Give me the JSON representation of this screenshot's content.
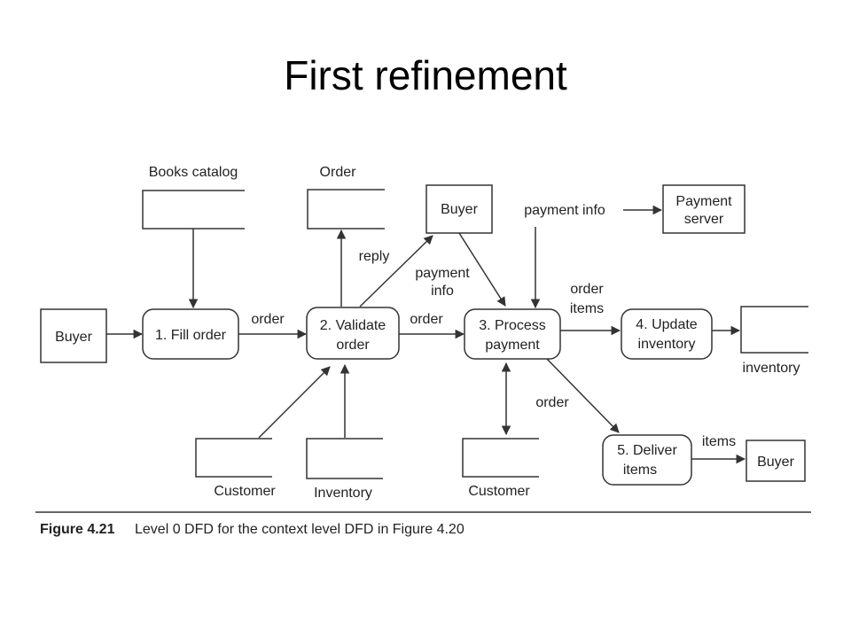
{
  "title": "First refinement",
  "entities": {
    "buyer_left": "Buyer",
    "buyer_top": "Buyer",
    "payment_server": [
      "Payment",
      "server"
    ],
    "buyer_right": "Buyer"
  },
  "processes": {
    "p1": [
      "1. Fill order"
    ],
    "p2": [
      "2. Validate",
      "order"
    ],
    "p3": [
      "3. Process",
      "payment"
    ],
    "p4": [
      "4. Update",
      "inventory"
    ],
    "p5": [
      "5. Deliver",
      "items"
    ]
  },
  "stores": {
    "books_catalog": "Books catalog",
    "order": "Order",
    "customer_1": "Customer",
    "inventory_1": "Inventory",
    "customer_2": "Customer",
    "inventory_2": "inventory"
  },
  "flows": {
    "order_1": "order",
    "reply": "reply",
    "payment_info_1": [
      "payment",
      "info"
    ],
    "order_2": "order",
    "payment_info_2": "payment info",
    "order_items": [
      "order",
      "items"
    ],
    "order_3": "order",
    "items": "items"
  },
  "caption": {
    "label": "Figure 4.21",
    "text": "Level 0 DFD for the context level DFD in Figure 4.20"
  }
}
